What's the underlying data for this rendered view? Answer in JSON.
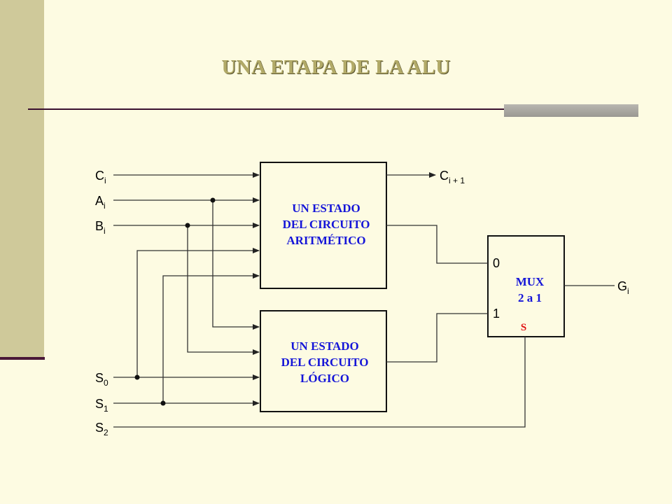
{
  "slide": {
    "title": "UNA ETAPA DE LA ALU"
  },
  "inputs": {
    "ci": {
      "main": "C",
      "sub": "i"
    },
    "ai": {
      "main": "A",
      "sub": "i"
    },
    "bi": {
      "main": "B",
      "sub": "i"
    },
    "s0": {
      "main": "S",
      "sub": "0"
    },
    "s1": {
      "main": "S",
      "sub": "1"
    },
    "s2": {
      "main": "S",
      "sub": "2"
    }
  },
  "outputs": {
    "carry": {
      "main": "C",
      "sub": "i + 1"
    },
    "gi": {
      "main": "G",
      "sub": "i"
    }
  },
  "blocks": {
    "arithmetic": {
      "lines": [
        "UN ESTADO",
        "DEL CIRCUITO",
        "ARITMÉTICO"
      ]
    },
    "logic": {
      "lines": [
        "UN ESTADO",
        "DEL CIRCUITO",
        "LÓGICO"
      ]
    },
    "mux": {
      "lines": [
        "MUX",
        "2 a 1"
      ],
      "select_label": "S",
      "input0": "0",
      "input1": "1"
    }
  },
  "colors": {
    "block_text": "#1515d8",
    "select_text": "#e01010",
    "title_text": "#b2aa68",
    "background": "#fdfbe2",
    "left_bar": "#cfc99a"
  }
}
